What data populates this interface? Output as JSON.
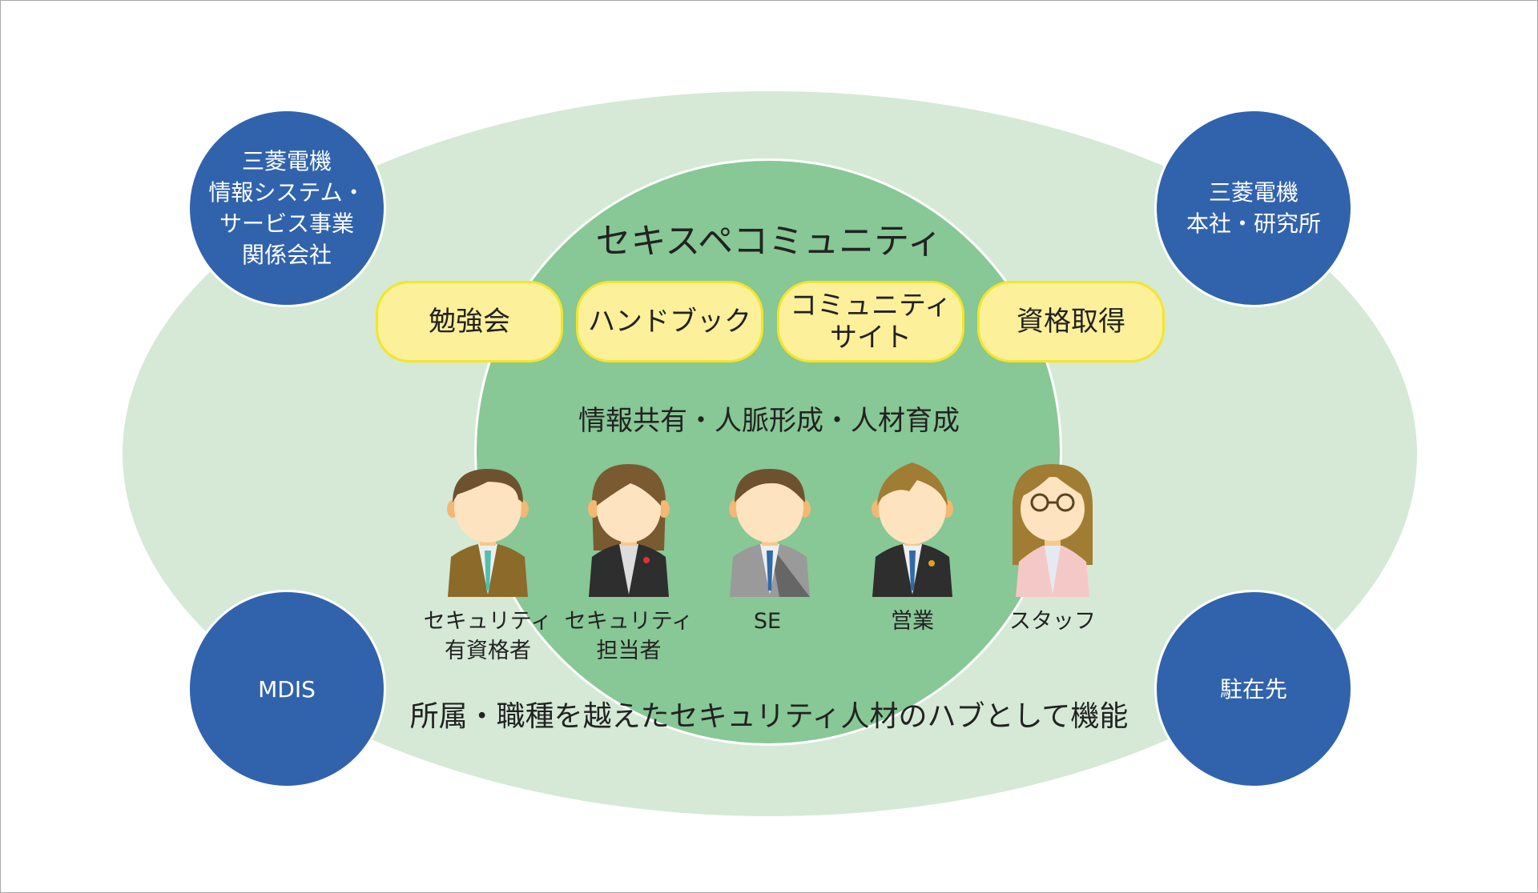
{
  "community": {
    "title": "セキスペコミュニティ",
    "activities": [
      "勉強会",
      "ハンドブック",
      "コミュニティ\nサイト",
      "資格取得"
    ],
    "purpose": "情報共有・人脈形成・人材育成",
    "hub_statement": "所属・職種を越えたセキュリティ人材のハブとして機能"
  },
  "organizations": {
    "top_left": "三菱電機\n情報システム・\nサービス事業\n関係会社",
    "top_right": "三菱電機\n本社・研究所",
    "bottom_left": "MDIS",
    "bottom_right": "駐在先"
  },
  "roles": [
    {
      "label": "セキュリティ\n有資格者",
      "icon": "person-brown-suit-icon"
    },
    {
      "label": "セキュリティ\n担当者",
      "icon": "person-woman-black-suit-icon"
    },
    {
      "label": "SE",
      "icon": "person-gray-suit-icon"
    },
    {
      "label": "営業",
      "icon": "person-black-suit-icon"
    },
    {
      "label": "スタッフ",
      "icon": "person-woman-glasses-icon"
    }
  ],
  "colors": {
    "outer": "#d5e9d6",
    "inner": "#88c796",
    "org": "#3163ad",
    "pill": "#fdf09a",
    "pill_border": "#f4e52a"
  }
}
